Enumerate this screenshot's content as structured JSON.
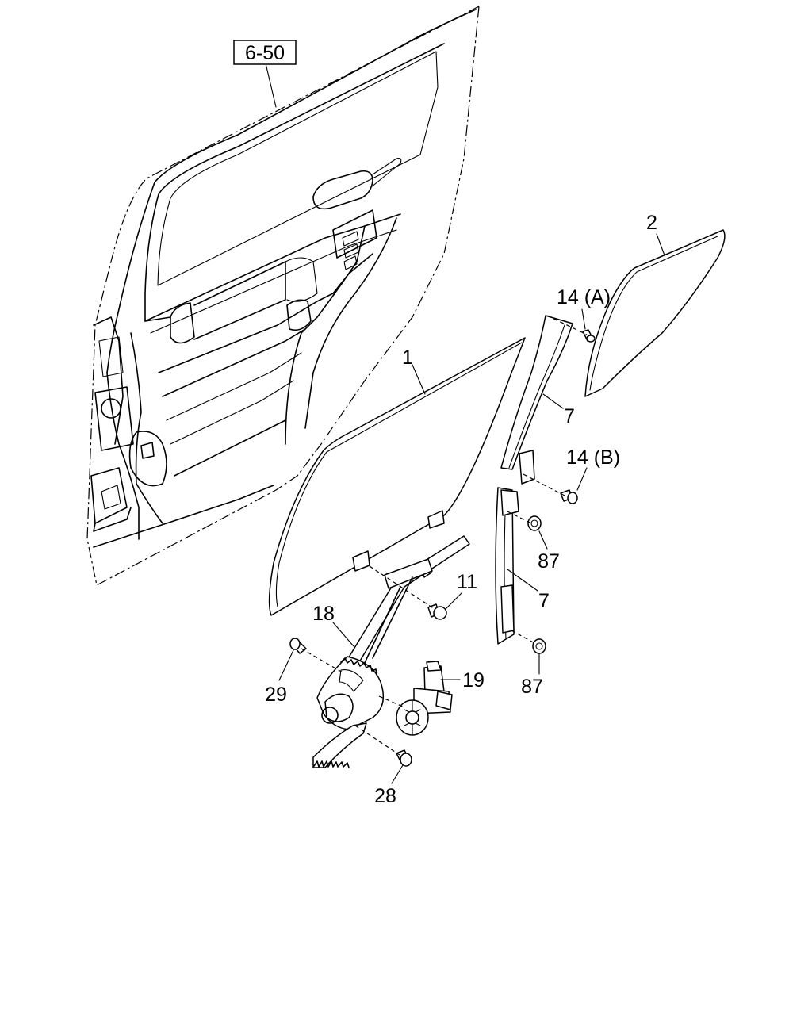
{
  "reference": {
    "label": "6-50"
  },
  "callouts": {
    "c1": "1",
    "c2": "2",
    "c14a": "14 (A)",
    "c7a": "7",
    "c14b": "14 (B)",
    "c87a": "87",
    "c11": "11",
    "c7b": "7",
    "c18": "18",
    "c87b": "87",
    "c19": "19",
    "c29": "29",
    "c28": "28"
  }
}
